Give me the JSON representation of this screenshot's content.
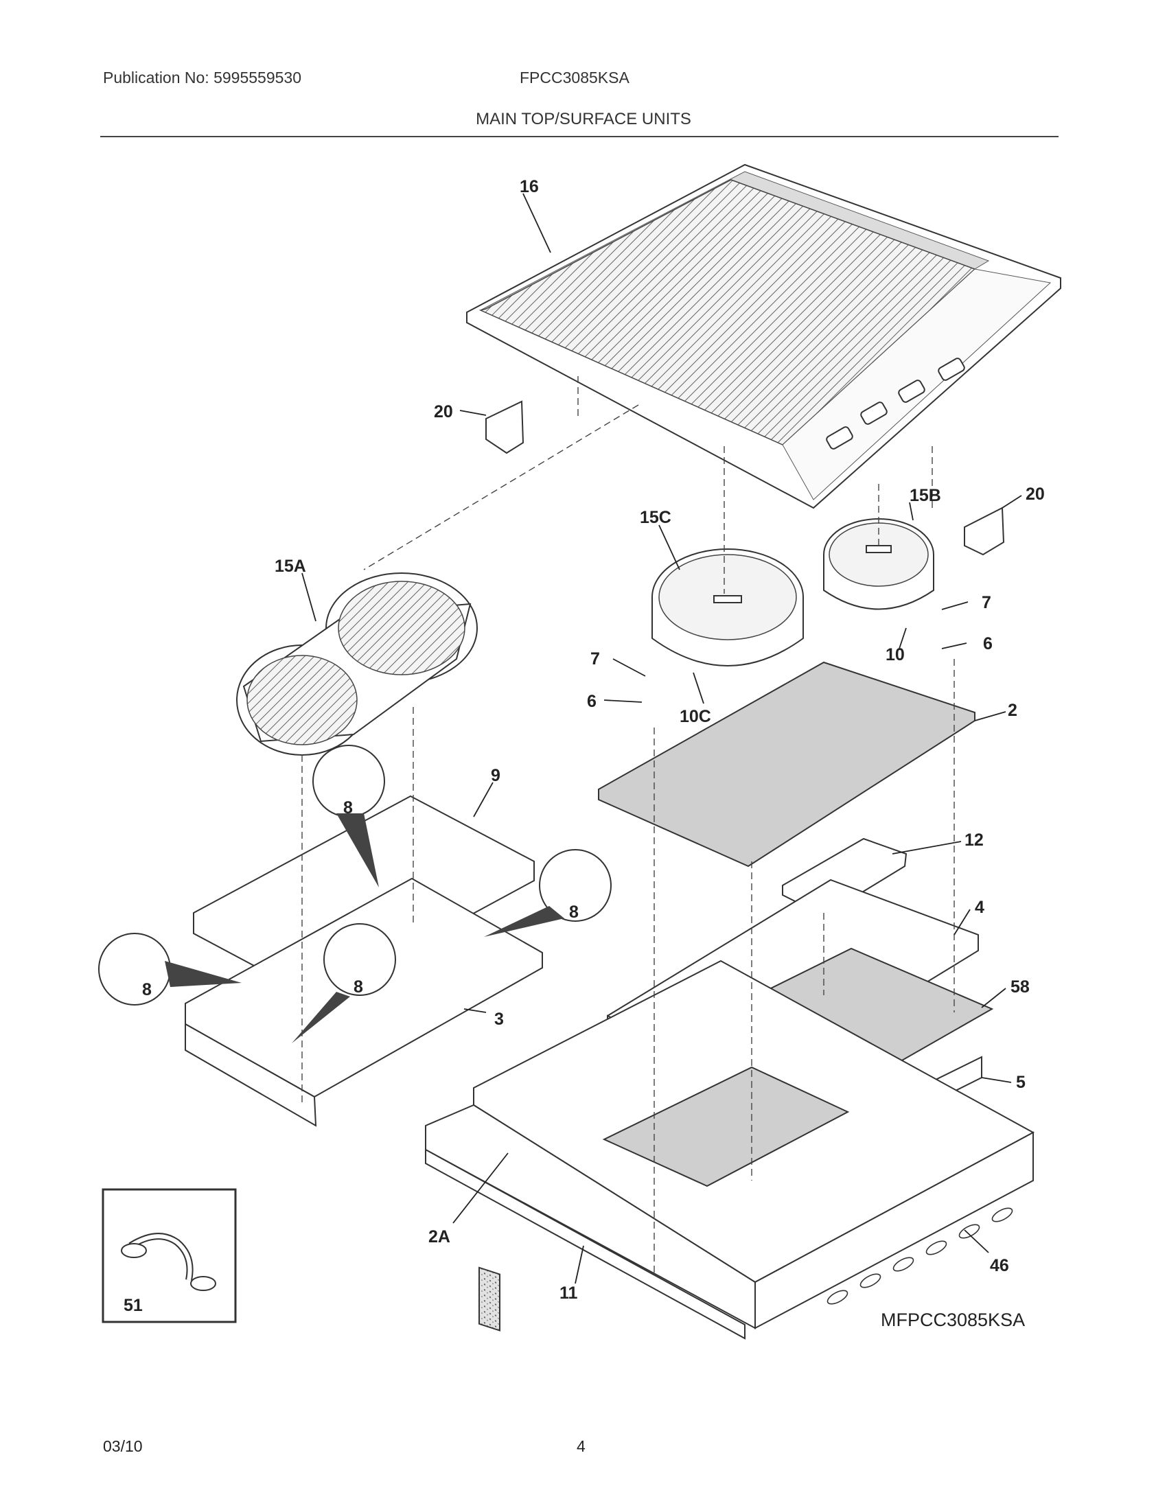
{
  "header": {
    "publication": "Publication No: 5995559530",
    "model": "FPCC3085KSA",
    "title": "MAIN TOP/SURFACE UNITS"
  },
  "diagram": {
    "callouts": [
      "16",
      "20",
      "20",
      "15A",
      "15C",
      "15B",
      "7",
      "7",
      "6",
      "6",
      "10C",
      "10",
      "2",
      "9",
      "8",
      "8",
      "8",
      "8",
      "12",
      "4",
      "58",
      "3",
      "5",
      "2A",
      "11",
      "46",
      "51"
    ],
    "reference_code": "MFPCC3085KSA"
  },
  "footer": {
    "date": "03/10",
    "page": "4"
  }
}
